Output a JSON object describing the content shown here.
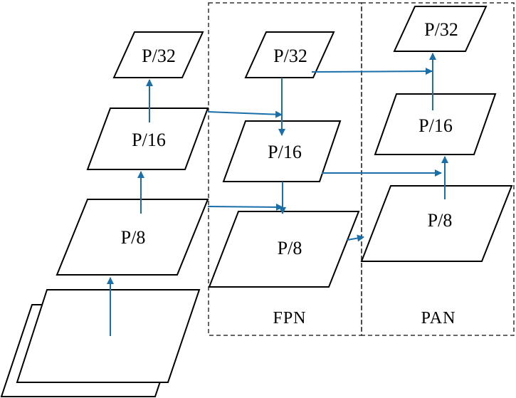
{
  "colors": {
    "arrow": "#1a6fa8",
    "outline": "#000000",
    "dashed_box": "#333333"
  },
  "backbone": {
    "p32": "P/32",
    "p16": "P/16",
    "p8": "P/8"
  },
  "fpn": {
    "title": "FPN",
    "p32": "P/32",
    "p16": "P/16",
    "p8": "P/8"
  },
  "pan": {
    "title": "PAN",
    "p32": "P/32",
    "p16": "P/16",
    "p8": "P/8"
  }
}
